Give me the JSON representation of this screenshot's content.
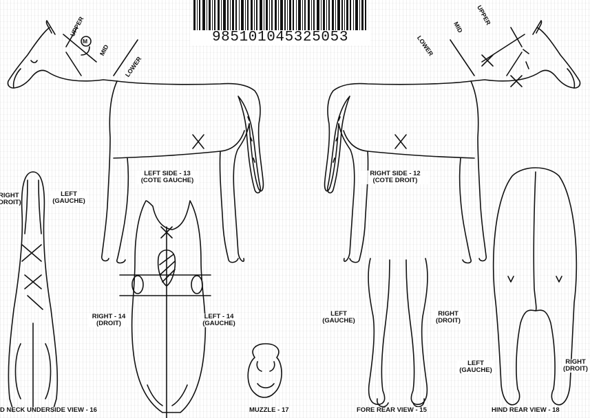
{
  "barcode": {
    "number": "985101045325053"
  },
  "left_horse": {
    "upper": "UPPER",
    "mid": "MID",
    "lower": "LOWER",
    "marker": "M"
  },
  "right_horse": {
    "upper": "UPPER",
    "mid": "MID",
    "lower": "LOWER"
  },
  "labels": {
    "left_side_1": "LEFT SIDE - 13",
    "left_side_2": "(COTE GAUCHE)",
    "right_side_1": "RIGHT SIDE - 12",
    "right_side_2": "(COTE DROIT)",
    "neck_right_1": "RIGHT",
    "neck_right_2": "DROIT)",
    "neck_left_1": "LEFT",
    "neck_left_2": "(GAUCHE)",
    "head_right_1": "RIGHT - 14",
    "head_right_2": "(DROIT)",
    "head_left_1": "LEFT - 14",
    "head_left_2": "(GAUCHE)",
    "fore_left_1": "LEFT",
    "fore_left_2": "(GAUCHE)",
    "fore_right_1": "RIGHT",
    "fore_right_2": "(DROIT)",
    "hind_left_1": "LEFT",
    "hind_left_2": "(GAUCHE)",
    "hind_right_1": "RIGHT",
    "hind_right_2": "(DROIT)",
    "neck_underside": "D NECK UNDERSIDE VIEW - 16",
    "muzzle": "MUZZLE - 17",
    "fore_rear": "FORE REAR VIEW - 15",
    "hind_rear": "HIND REAR VIEW - 18"
  }
}
